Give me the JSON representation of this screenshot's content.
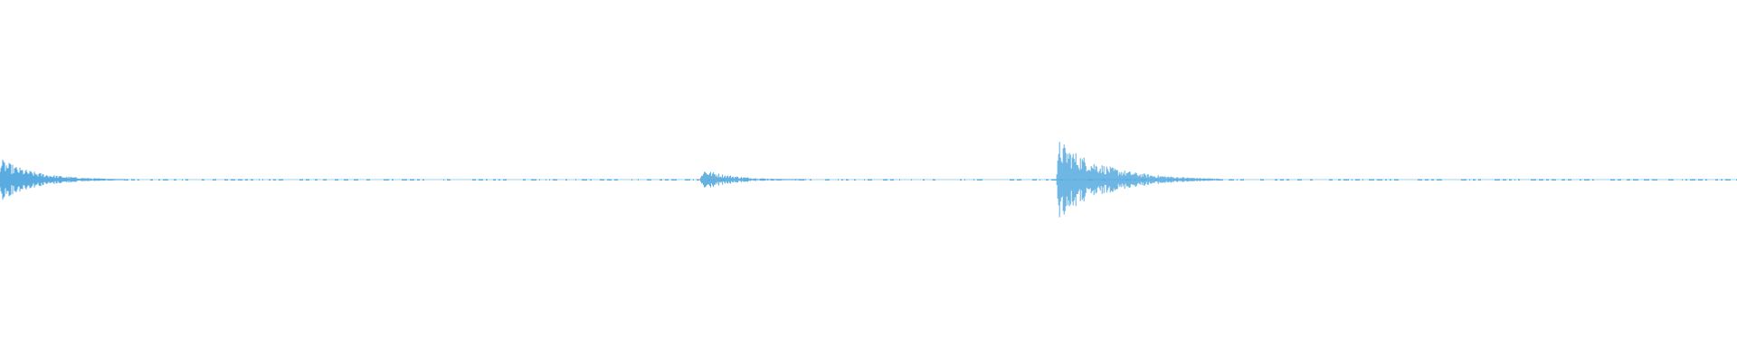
{
  "waveform": {
    "color": "#5aace0",
    "bursts": [
      {
        "center": 0.0,
        "amplitude": 0.06
      },
      {
        "center": 0.405,
        "amplitude": 0.03
      },
      {
        "center": 0.61,
        "amplitude": 0.11
      }
    ]
  }
}
